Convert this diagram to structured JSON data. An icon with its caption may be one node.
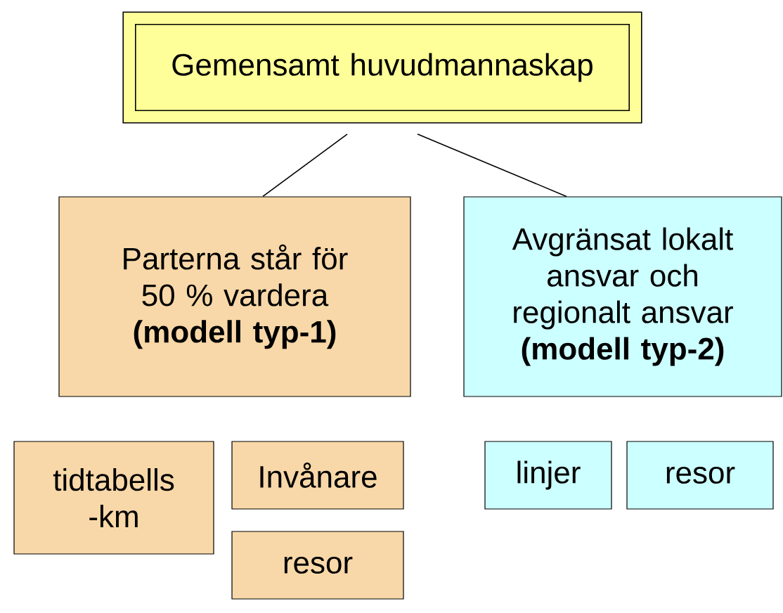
{
  "diagram": {
    "nodes": [
      {
        "text": [
          "Gemensamt huvudmannaskap"
        ]
      },
      {
        "text": [
          "Parterna står för 50 % vardera",
          "(modell typ-1)"
        ]
      },
      {
        "text": [
          "Avgränsat lokalt ansvar och regionalt ansvar",
          "(modell typ-2)"
        ]
      },
      {
        "text": [
          "tidtabells -km"
        ]
      },
      {
        "text": [
          "Invånare"
        ]
      },
      {
        "text": [
          "resor"
        ]
      },
      {
        "text": [
          "linjer"
        ]
      },
      {
        "text": [
          "resor"
        ]
      }
    ],
    "edges": [
      {
        "from": 0,
        "to": 1,
        "arrow": "none"
      },
      {
        "from": 0,
        "to": 2,
        "arrow": "none"
      }
    ]
  }
}
